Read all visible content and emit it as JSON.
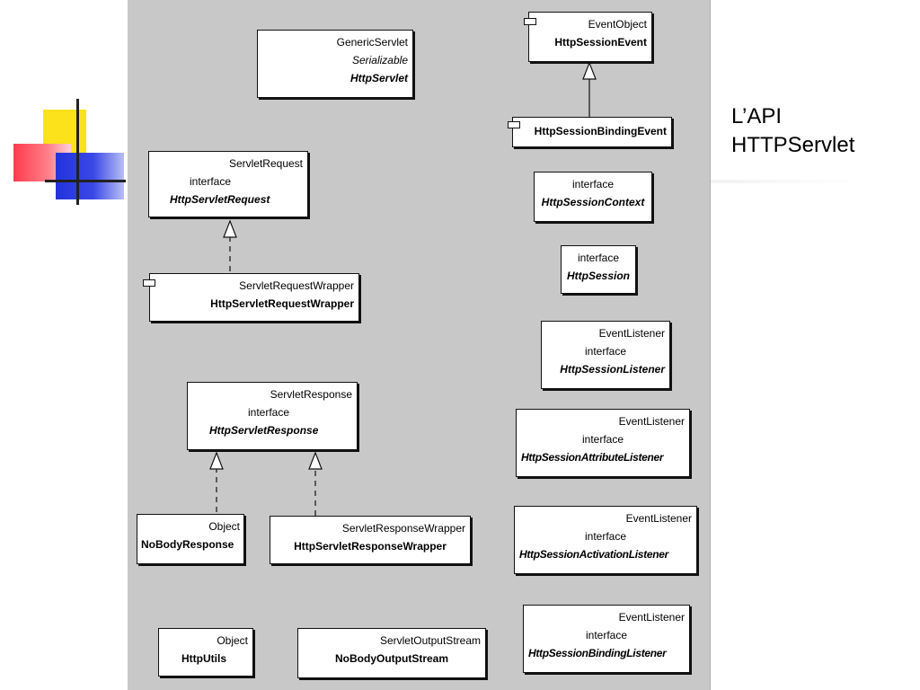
{
  "slide": {
    "title_line1": "L’API",
    "title_line2": "HTTPServlet"
  },
  "classes": {
    "httpservlet": {
      "parent": "GenericServlet",
      "interface": "Serializable",
      "name": "HttpServlet"
    },
    "httpsessionevent": {
      "parent": "EventObject",
      "name": "HttpSessionEvent"
    },
    "httpsessionbindingevent": {
      "name": "HttpSessionBindingEvent"
    },
    "httpsessioncontext": {
      "stereotype": "interface",
      "name": "HttpSessionContext"
    },
    "httpsession": {
      "stereotype": "interface",
      "name": "HttpSession"
    },
    "httpservletrequest": {
      "parent": "ServletRequest",
      "stereotype": "interface",
      "name": "HttpServletRequest"
    },
    "httpservletrequestwrapper": {
      "parent": "ServletRequestWrapper",
      "name": "HttpServletRequestWrapper"
    },
    "httpsessionlistener": {
      "parent": "EventListener",
      "stereotype": "interface",
      "name": "HttpSessionListener"
    },
    "httpsessionattributelistener": {
      "parent": "EventListener",
      "stereotype": "interface",
      "name": "HttpSessionAttributeListener"
    },
    "httpservletresponse": {
      "parent": "ServletResponse",
      "stereotype": "interface",
      "name": "HttpServletResponse"
    },
    "nobodyresponse": {
      "parent": "Object",
      "name": "NoBodyResponse"
    },
    "httpservletresponsewrapper": {
      "parent": "ServletResponseWrapper",
      "name": "HttpServletResponseWrapper"
    },
    "httpsessionactivationlistener": {
      "parent": "EventListener",
      "stereotype": "interface",
      "name": "HttpSessionActivationListener"
    },
    "httputils": {
      "parent": "Object",
      "name": "HttpUtils"
    },
    "nobodyoutputstream": {
      "parent": "ServletOutputStream",
      "name": "NoBodyOutputStream"
    },
    "httpsessionbindinglistener": {
      "parent": "EventListener",
      "stereotype": "interface",
      "name": "HttpSessionBindingListener"
    }
  }
}
